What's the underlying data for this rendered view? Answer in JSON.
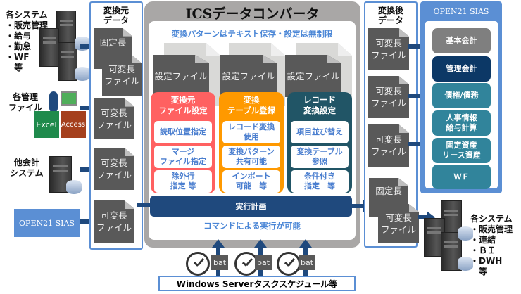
{
  "source_col": {
    "title": "変換元\nデータ",
    "files": [
      "固定長",
      "可変長\nファイル",
      "可変長\nファイル",
      "可変長\nファイル",
      "可変長\nファイル"
    ]
  },
  "left": {
    "systems": "各システム\n・販売管理\n・給与\n・勤怠\n・WF\n　等",
    "mgmt": "各管理\nファイル",
    "excel": "Excel",
    "access": "Access",
    "other": "他会計\nシステム",
    "sias_logo": "OPEN21 SIAS"
  },
  "converter": {
    "title": "ICSデータコンバータ",
    "subtitle": "変換パターンはテキスト保存・設定は無制限",
    "setting_file": "設定ファイル",
    "boxes": [
      {
        "title": "変換元\nファイル設定",
        "color": "#ff6161",
        "items": [
          "読取位置指定",
          "マージ\nファイル指定",
          "除外行\n指定 等"
        ]
      },
      {
        "title": "変換\nテーブル登録",
        "color": "#ff9900",
        "items": [
          "レコード変換\n使用",
          "変換パターン\n共有可能",
          "インポート\n可能　等"
        ]
      },
      {
        "title": "レコード\n変換設定",
        "color": "#215566",
        "items": [
          "項目並び替え",
          "変換テーブル\n参照",
          "条件付き\n指定　等"
        ]
      }
    ],
    "exec": "実行計画",
    "command": "コマンドによる実行が可能"
  },
  "bottom": {
    "bat": "bat",
    "scheduler": "Windows Serverタスクスケジュール等"
  },
  "dest_col": {
    "title": "変換後\nデータ",
    "files": [
      "可変長\nファイル",
      "可変長\nファイル",
      "可変長\nファイル",
      "固定長",
      "可変長\nファイル"
    ]
  },
  "sias": {
    "logo": "OPEN21 SIAS",
    "modules": [
      {
        "label": "基本会計",
        "color": "#7f7f7f"
      },
      {
        "label": "管理会計",
        "color": "#0c3866"
      },
      {
        "label": "債権/債務",
        "color": "#31849b"
      },
      {
        "label": "人事情報\n給与計算",
        "color": "#31849b"
      },
      {
        "label": "固定資産\nリース資産",
        "color": "#31849b"
      },
      {
        "label": "ＷＦ",
        "color": "#31849b"
      }
    ]
  },
  "right": {
    "systems": "各システム\n・販売管理\n・連結\n・ＢＩ\n・DWH\n　等"
  }
}
